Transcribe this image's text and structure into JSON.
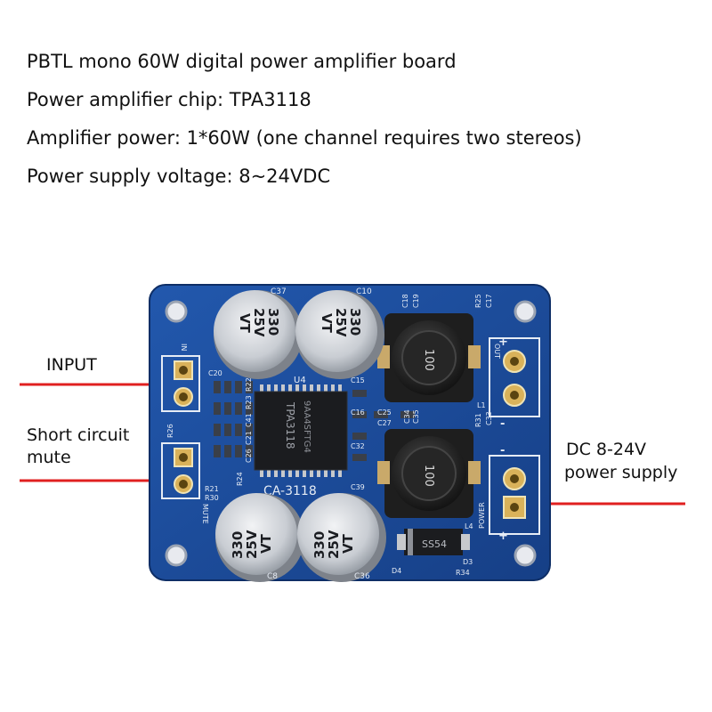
{
  "specs": [
    "PBTL mono 60W digital power amplifier board",
    "Power amplifier chip: TPA3118",
    "Amplifier power: 1*60W (one channel requires two stereos)",
    "Power supply voltage: 8~24VDC"
  ],
  "callouts": {
    "input": "INPUT",
    "mute_line1": "Short circuit",
    "mute_line2": "mute",
    "power_line1": "DC 8-24V",
    "power_line2": "power supply"
  },
  "board": {
    "model": "CA-3118",
    "chip_text": "TPA3118",
    "chip_code": "9AA4SFTG4",
    "chip_ref": "U4",
    "cap_value": "330",
    "cap_voltage": "25V",
    "cap_series": "VT",
    "cap_refs": [
      "C37",
      "C10",
      "C8",
      "C36"
    ],
    "inductor_value": "100",
    "diode": "SS54",
    "silk": [
      "C18",
      "C19",
      "R25",
      "C17",
      "OUT",
      "C20",
      "C15",
      "C16",
      "C32",
      "C39",
      "C25",
      "C27",
      "C34",
      "C35",
      "R31",
      "L1",
      "L4",
      "D3",
      "D4",
      "R34",
      "C33",
      "POWER",
      "MUTE",
      "R26",
      "R21",
      "R30",
      "R24",
      "C26",
      "C21",
      "C41",
      "R23",
      "R22",
      "IN"
    ]
  },
  "colors": {
    "arrow": "#e02020",
    "pcb": "#1a4fa0",
    "capacitor": "#c8ccd2",
    "inductor": "#2a2a2a"
  }
}
